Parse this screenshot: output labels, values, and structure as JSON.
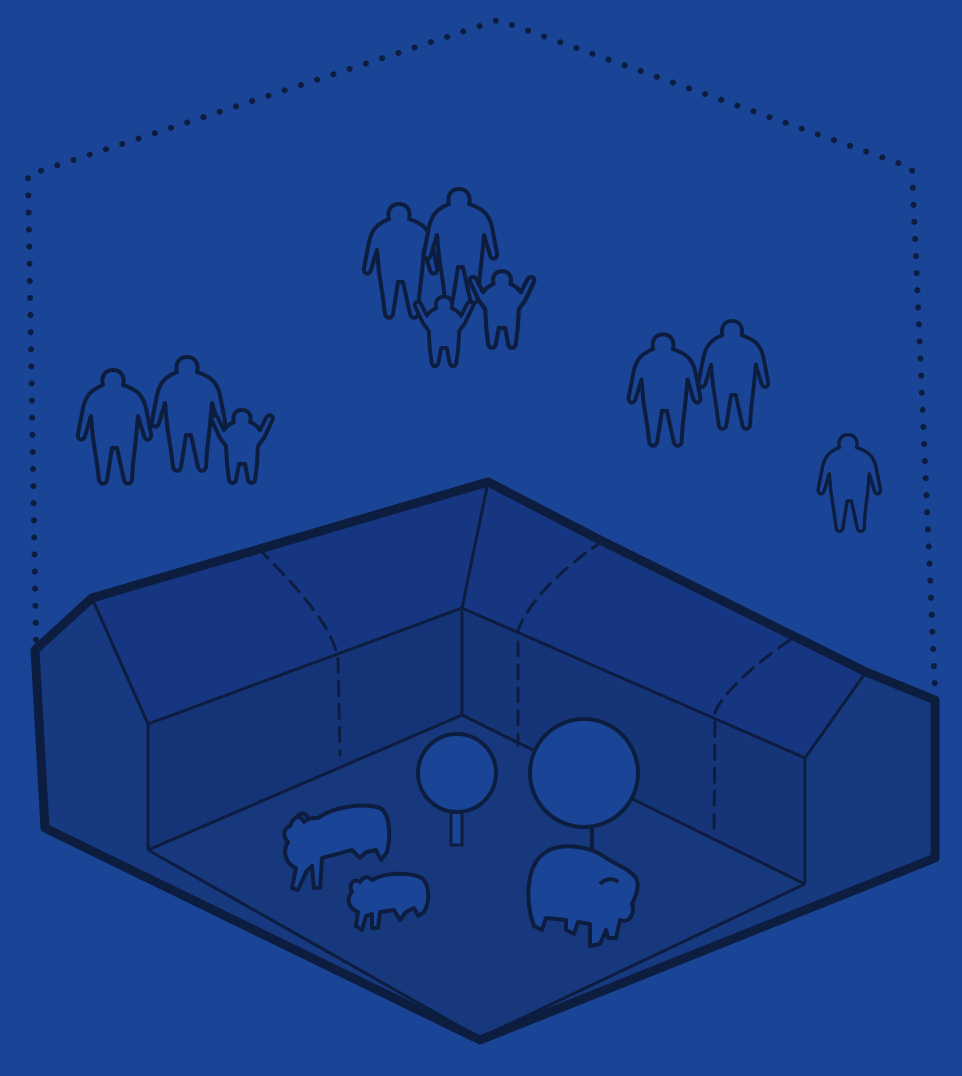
{
  "colors": {
    "background": "#1a4496",
    "ink": "#0d1d40",
    "wall_fill": "#17397f",
    "floor_fill": "#16377a",
    "figure_fill": "#1a4496"
  },
  "scene": {
    "people_groups": [
      {
        "name": "people-group-left",
        "people": 3
      },
      {
        "name": "people-group-center",
        "people": 4
      },
      {
        "name": "people-group-right",
        "people": 2
      },
      {
        "name": "person-far-right",
        "people": 1
      }
    ],
    "enclosure_animals": [
      {
        "name": "cow-large",
        "icon": "cow-icon"
      },
      {
        "name": "calf-small",
        "icon": "calf-icon"
      },
      {
        "name": "sheep",
        "icon": "sheep-icon"
      }
    ],
    "trees": [
      {
        "name": "tree-small",
        "icon": "tree-icon"
      },
      {
        "name": "tree-large",
        "icon": "tree-icon"
      }
    ]
  }
}
